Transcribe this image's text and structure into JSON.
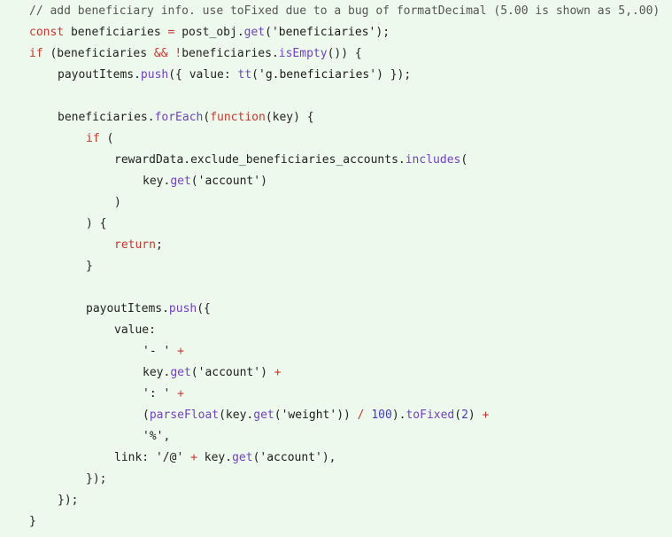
{
  "editor": {
    "background": "#edf9ed",
    "colors": {
      "keyword": "#c7372f",
      "function": "#6f42c1",
      "string": "#1a1a1a",
      "number": "#3b3bcc",
      "comment": "#555555",
      "text": "#222222"
    },
    "lines": [
      {
        "indent": 0,
        "tokens": [
          {
            "t": "com",
            "v": "// add beneficiary info. use toFixed due to a bug of formatDecimal (5.00 is shown as 5,.00)"
          }
        ]
      },
      {
        "indent": 0,
        "tokens": [
          {
            "t": "kw",
            "v": "const"
          },
          {
            "t": "txt",
            "v": " beneficiaries "
          },
          {
            "t": "op",
            "v": "="
          },
          {
            "t": "txt",
            "v": " post_obj."
          },
          {
            "t": "fn",
            "v": "get"
          },
          {
            "t": "txt",
            "v": "("
          },
          {
            "t": "str",
            "v": "'beneficiaries'"
          },
          {
            "t": "txt",
            "v": ");"
          }
        ]
      },
      {
        "indent": 0,
        "tokens": [
          {
            "t": "kw",
            "v": "if"
          },
          {
            "t": "txt",
            "v": " (beneficiaries "
          },
          {
            "t": "op",
            "v": "&&"
          },
          {
            "t": "txt",
            "v": " "
          },
          {
            "t": "op",
            "v": "!"
          },
          {
            "t": "txt",
            "v": "beneficiaries."
          },
          {
            "t": "fn",
            "v": "isEmpty"
          },
          {
            "t": "txt",
            "v": "()) {"
          }
        ]
      },
      {
        "indent": 1,
        "tokens": [
          {
            "t": "txt",
            "v": "payoutItems."
          },
          {
            "t": "fn",
            "v": "push"
          },
          {
            "t": "txt",
            "v": "({ value: "
          },
          {
            "t": "fn",
            "v": "tt"
          },
          {
            "t": "txt",
            "v": "("
          },
          {
            "t": "str",
            "v": "'g.beneficiaries'"
          },
          {
            "t": "txt",
            "v": ") });"
          }
        ]
      },
      {
        "indent": 0,
        "tokens": []
      },
      {
        "indent": 1,
        "tokens": [
          {
            "t": "txt",
            "v": "beneficiaries."
          },
          {
            "t": "fn",
            "v": "forEach"
          },
          {
            "t": "txt",
            "v": "("
          },
          {
            "t": "kw",
            "v": "function"
          },
          {
            "t": "txt",
            "v": "(key) {"
          }
        ]
      },
      {
        "indent": 2,
        "tokens": [
          {
            "t": "kw",
            "v": "if"
          },
          {
            "t": "txt",
            "v": " ("
          }
        ]
      },
      {
        "indent": 3,
        "tokens": [
          {
            "t": "txt",
            "v": "rewardData.exclude_beneficiaries_accounts."
          },
          {
            "t": "fn",
            "v": "includes"
          },
          {
            "t": "txt",
            "v": "("
          }
        ]
      },
      {
        "indent": 4,
        "tokens": [
          {
            "t": "txt",
            "v": "key."
          },
          {
            "t": "fn",
            "v": "get"
          },
          {
            "t": "txt",
            "v": "("
          },
          {
            "t": "str",
            "v": "'account'"
          },
          {
            "t": "txt",
            "v": ")"
          }
        ]
      },
      {
        "indent": 3,
        "tokens": [
          {
            "t": "txt",
            "v": ")"
          }
        ]
      },
      {
        "indent": 2,
        "tokens": [
          {
            "t": "txt",
            "v": ") {"
          }
        ]
      },
      {
        "indent": 3,
        "tokens": [
          {
            "t": "kw",
            "v": "return"
          },
          {
            "t": "txt",
            "v": ";"
          }
        ]
      },
      {
        "indent": 2,
        "tokens": [
          {
            "t": "txt",
            "v": "}"
          }
        ]
      },
      {
        "indent": 0,
        "tokens": []
      },
      {
        "indent": 2,
        "tokens": [
          {
            "t": "txt",
            "v": "payoutItems."
          },
          {
            "t": "fn",
            "v": "push"
          },
          {
            "t": "txt",
            "v": "({"
          }
        ]
      },
      {
        "indent": 3,
        "tokens": [
          {
            "t": "txt",
            "v": "value:"
          }
        ]
      },
      {
        "indent": 4,
        "tokens": [
          {
            "t": "str",
            "v": "'- '"
          },
          {
            "t": "txt",
            "v": " "
          },
          {
            "t": "op",
            "v": "+"
          }
        ]
      },
      {
        "indent": 4,
        "tokens": [
          {
            "t": "txt",
            "v": "key."
          },
          {
            "t": "fn",
            "v": "get"
          },
          {
            "t": "txt",
            "v": "("
          },
          {
            "t": "str",
            "v": "'account'"
          },
          {
            "t": "txt",
            "v": ") "
          },
          {
            "t": "op",
            "v": "+"
          }
        ]
      },
      {
        "indent": 4,
        "tokens": [
          {
            "t": "str",
            "v": "': '"
          },
          {
            "t": "txt",
            "v": " "
          },
          {
            "t": "op",
            "v": "+"
          }
        ]
      },
      {
        "indent": 4,
        "tokens": [
          {
            "t": "txt",
            "v": "("
          },
          {
            "t": "fn",
            "v": "parseFloat"
          },
          {
            "t": "txt",
            "v": "(key."
          },
          {
            "t": "fn",
            "v": "get"
          },
          {
            "t": "txt",
            "v": "("
          },
          {
            "t": "str",
            "v": "'weight'"
          },
          {
            "t": "txt",
            "v": ")) "
          },
          {
            "t": "op",
            "v": "/"
          },
          {
            "t": "txt",
            "v": " "
          },
          {
            "t": "num",
            "v": "100"
          },
          {
            "t": "txt",
            "v": ")."
          },
          {
            "t": "fn",
            "v": "toFixed"
          },
          {
            "t": "txt",
            "v": "("
          },
          {
            "t": "num",
            "v": "2"
          },
          {
            "t": "txt",
            "v": ") "
          },
          {
            "t": "op",
            "v": "+"
          }
        ]
      },
      {
        "indent": 4,
        "tokens": [
          {
            "t": "str",
            "v": "'%'"
          },
          {
            "t": "txt",
            "v": ","
          }
        ]
      },
      {
        "indent": 3,
        "tokens": [
          {
            "t": "txt",
            "v": "link: "
          },
          {
            "t": "str",
            "v": "'/@'"
          },
          {
            "t": "txt",
            "v": " "
          },
          {
            "t": "op",
            "v": "+"
          },
          {
            "t": "txt",
            "v": " key."
          },
          {
            "t": "fn",
            "v": "get"
          },
          {
            "t": "txt",
            "v": "("
          },
          {
            "t": "str",
            "v": "'account'"
          },
          {
            "t": "txt",
            "v": "),"
          }
        ]
      },
      {
        "indent": 2,
        "tokens": [
          {
            "t": "txt",
            "v": "});"
          }
        ]
      },
      {
        "indent": 1,
        "tokens": [
          {
            "t": "txt",
            "v": "});"
          }
        ]
      },
      {
        "indent": 0,
        "tokens": [
          {
            "t": "txt",
            "v": "}"
          }
        ]
      }
    ]
  }
}
